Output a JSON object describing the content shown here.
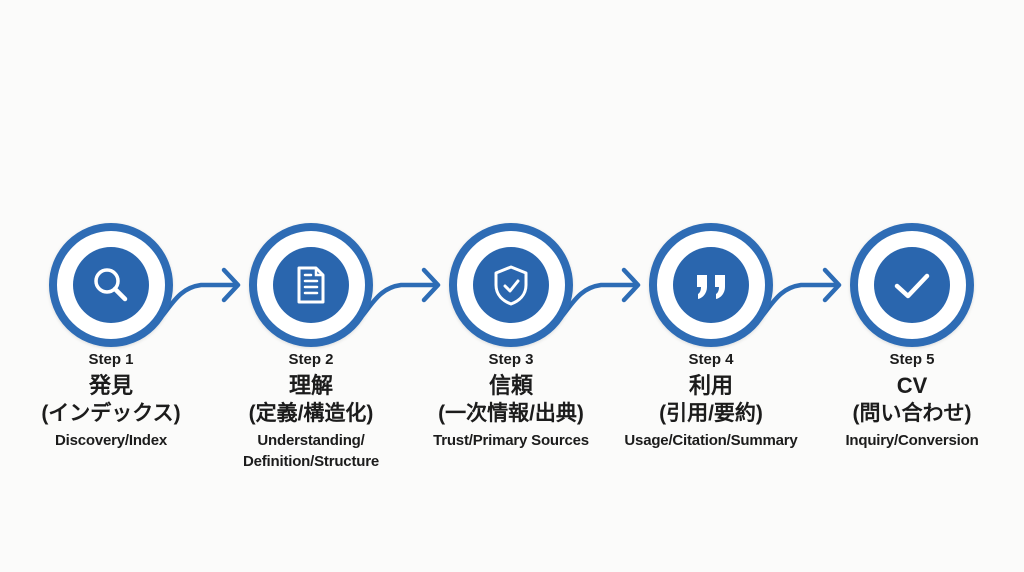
{
  "colors": {
    "ring": "#2d6cb5",
    "core": "#2a66ae",
    "arrow": "#2d6cb5",
    "icon": "#ffffff",
    "text": "#1c1c1c",
    "background": "#fbfbfa"
  },
  "steps": [
    {
      "label": "Step 1",
      "title": "発見",
      "subtitle": "(インデックス)",
      "english": [
        "Discovery/Index"
      ],
      "icon": "search-icon"
    },
    {
      "label": "Step 2",
      "title": "理解",
      "subtitle": "(定義/構造化)",
      "english": [
        "Understanding/",
        "Definition/Structure"
      ],
      "icon": "document-icon"
    },
    {
      "label": "Step 3",
      "title": "信頼",
      "subtitle": "(一次情報/出典)",
      "english": [
        "Trust/Primary Sources"
      ],
      "icon": "shield-check-icon"
    },
    {
      "label": "Step 4",
      "title": "利用",
      "subtitle": "(引用/要約)",
      "english": [
        "Usage/Citation/Summary"
      ],
      "icon": "quote-icon"
    },
    {
      "label": "Step 5",
      "title": "CV",
      "subtitle": "(問い合わせ)",
      "english": [
        "Inquiry/Conversion"
      ],
      "icon": "checkmark-icon"
    }
  ]
}
